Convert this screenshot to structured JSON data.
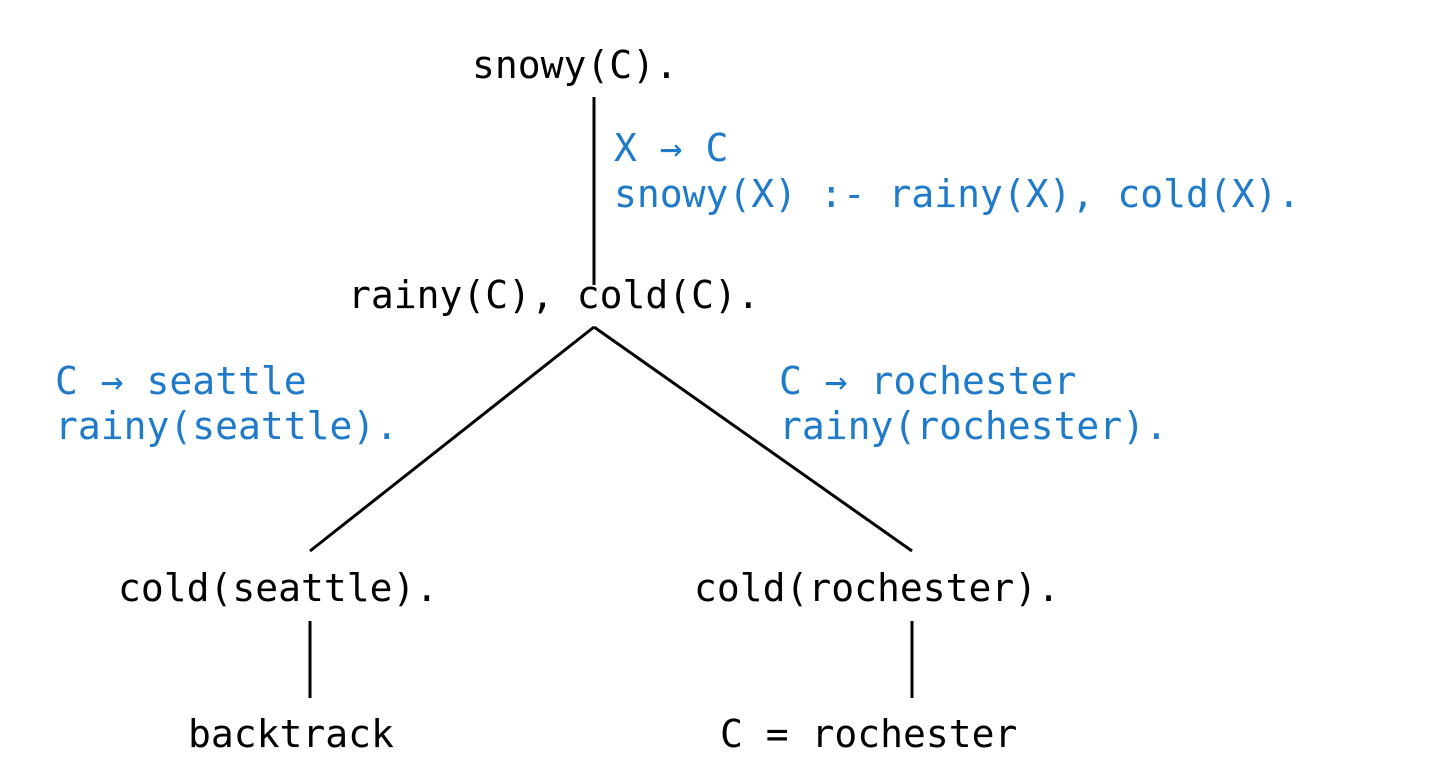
{
  "colors": {
    "node": "#000000",
    "rule": "#1f7ac9",
    "answer": "#2aaa3a"
  },
  "nodes": {
    "root": "snowy(C).",
    "middle": "rainy(C), cold(C).",
    "left": "cold(seattle).",
    "right": "cold(rochester).",
    "left_result": "backtrack",
    "right_result": "C = rochester"
  },
  "rules": {
    "root_to_middle": {
      "binding": "X → C",
      "clause": "snowy(X) :- rainy(X), cold(X)."
    },
    "middle_to_left": {
      "binding": "C → seattle",
      "clause": "rainy(seattle)."
    },
    "middle_to_right": {
      "binding": "C → rochester",
      "clause": "rainy(rochester)."
    }
  }
}
